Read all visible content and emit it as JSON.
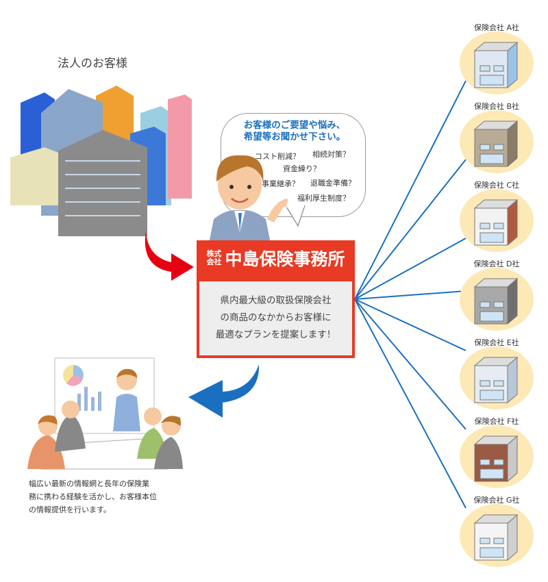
{
  "client_title": "法人のお客様",
  "bubble": {
    "heading": [
      "お客様のご要望や悩み、",
      "希望等お聞かせ下さい。"
    ],
    "questions": [
      "コスト削減？",
      "相続対策？",
      "資金繰り？",
      "事業継承？",
      "退職金準備？",
      "福利厚生制度？"
    ]
  },
  "office": {
    "prefix_line1": "株式",
    "prefix_line2": "会社",
    "name": "中島保険事務所",
    "description": [
      "県内最大級の取扱保険会社",
      "の商品のなかからお客様に",
      "最適なプランを提案します！"
    ]
  },
  "note": [
    "幅広い最新の情報網と長年の保険業",
    "務に携わる経験を活かし、お客様本位",
    "の情報提供を行います。"
  ],
  "companies": [
    "保険会社 A社",
    "保険会社 B社",
    "保険会社 C社",
    "保険会社 D社",
    "保険会社 E社",
    "保険会社 F社",
    "保険会社 G社"
  ],
  "colors": {
    "accent_red": "#e83a24",
    "line_blue": "#1a6fc0",
    "circle": "#fde9b6"
  }
}
